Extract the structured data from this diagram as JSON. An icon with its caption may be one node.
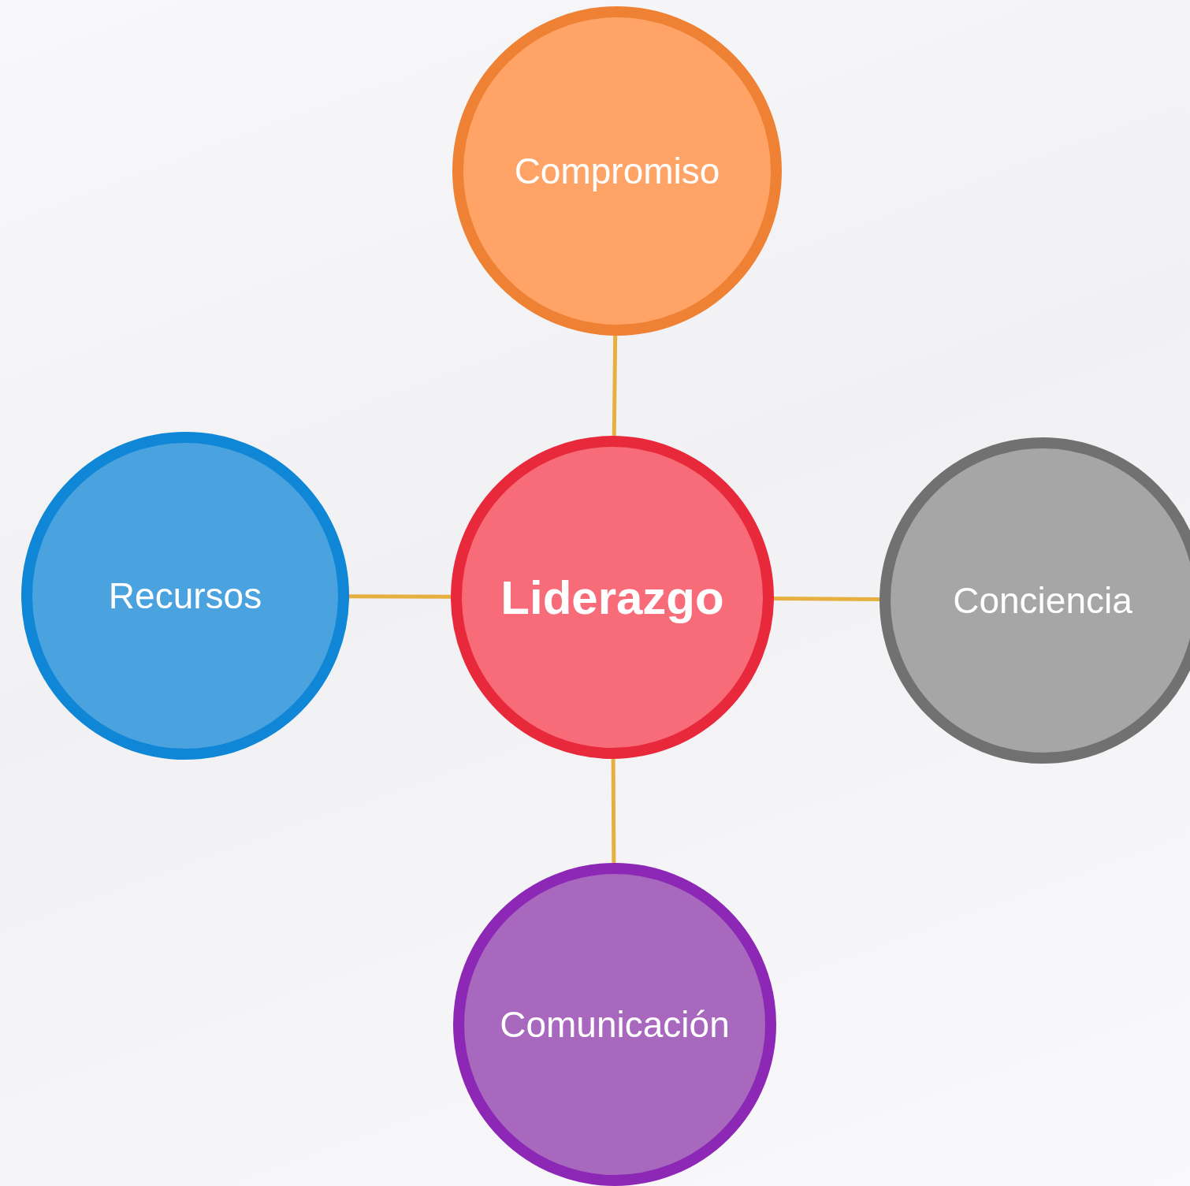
{
  "diagram": {
    "nodes": [
      {
        "text": [
          "Compromiso"
        ]
      },
      {
        "text": [
          "Recursos"
        ]
      },
      {
        "text": [
          "Liderazgo"
        ]
      },
      {
        "text": [
          "Conciencia"
        ]
      },
      {
        "text": [
          "Comunicación"
        ]
      }
    ],
    "edges": [
      {
        "from": 2,
        "to": 0,
        "arrow": "none"
      },
      {
        "from": 2,
        "to": 1,
        "arrow": "none"
      },
      {
        "from": 2,
        "to": 3,
        "arrow": "none"
      },
      {
        "from": 2,
        "to": 4,
        "arrow": "none"
      }
    ]
  }
}
